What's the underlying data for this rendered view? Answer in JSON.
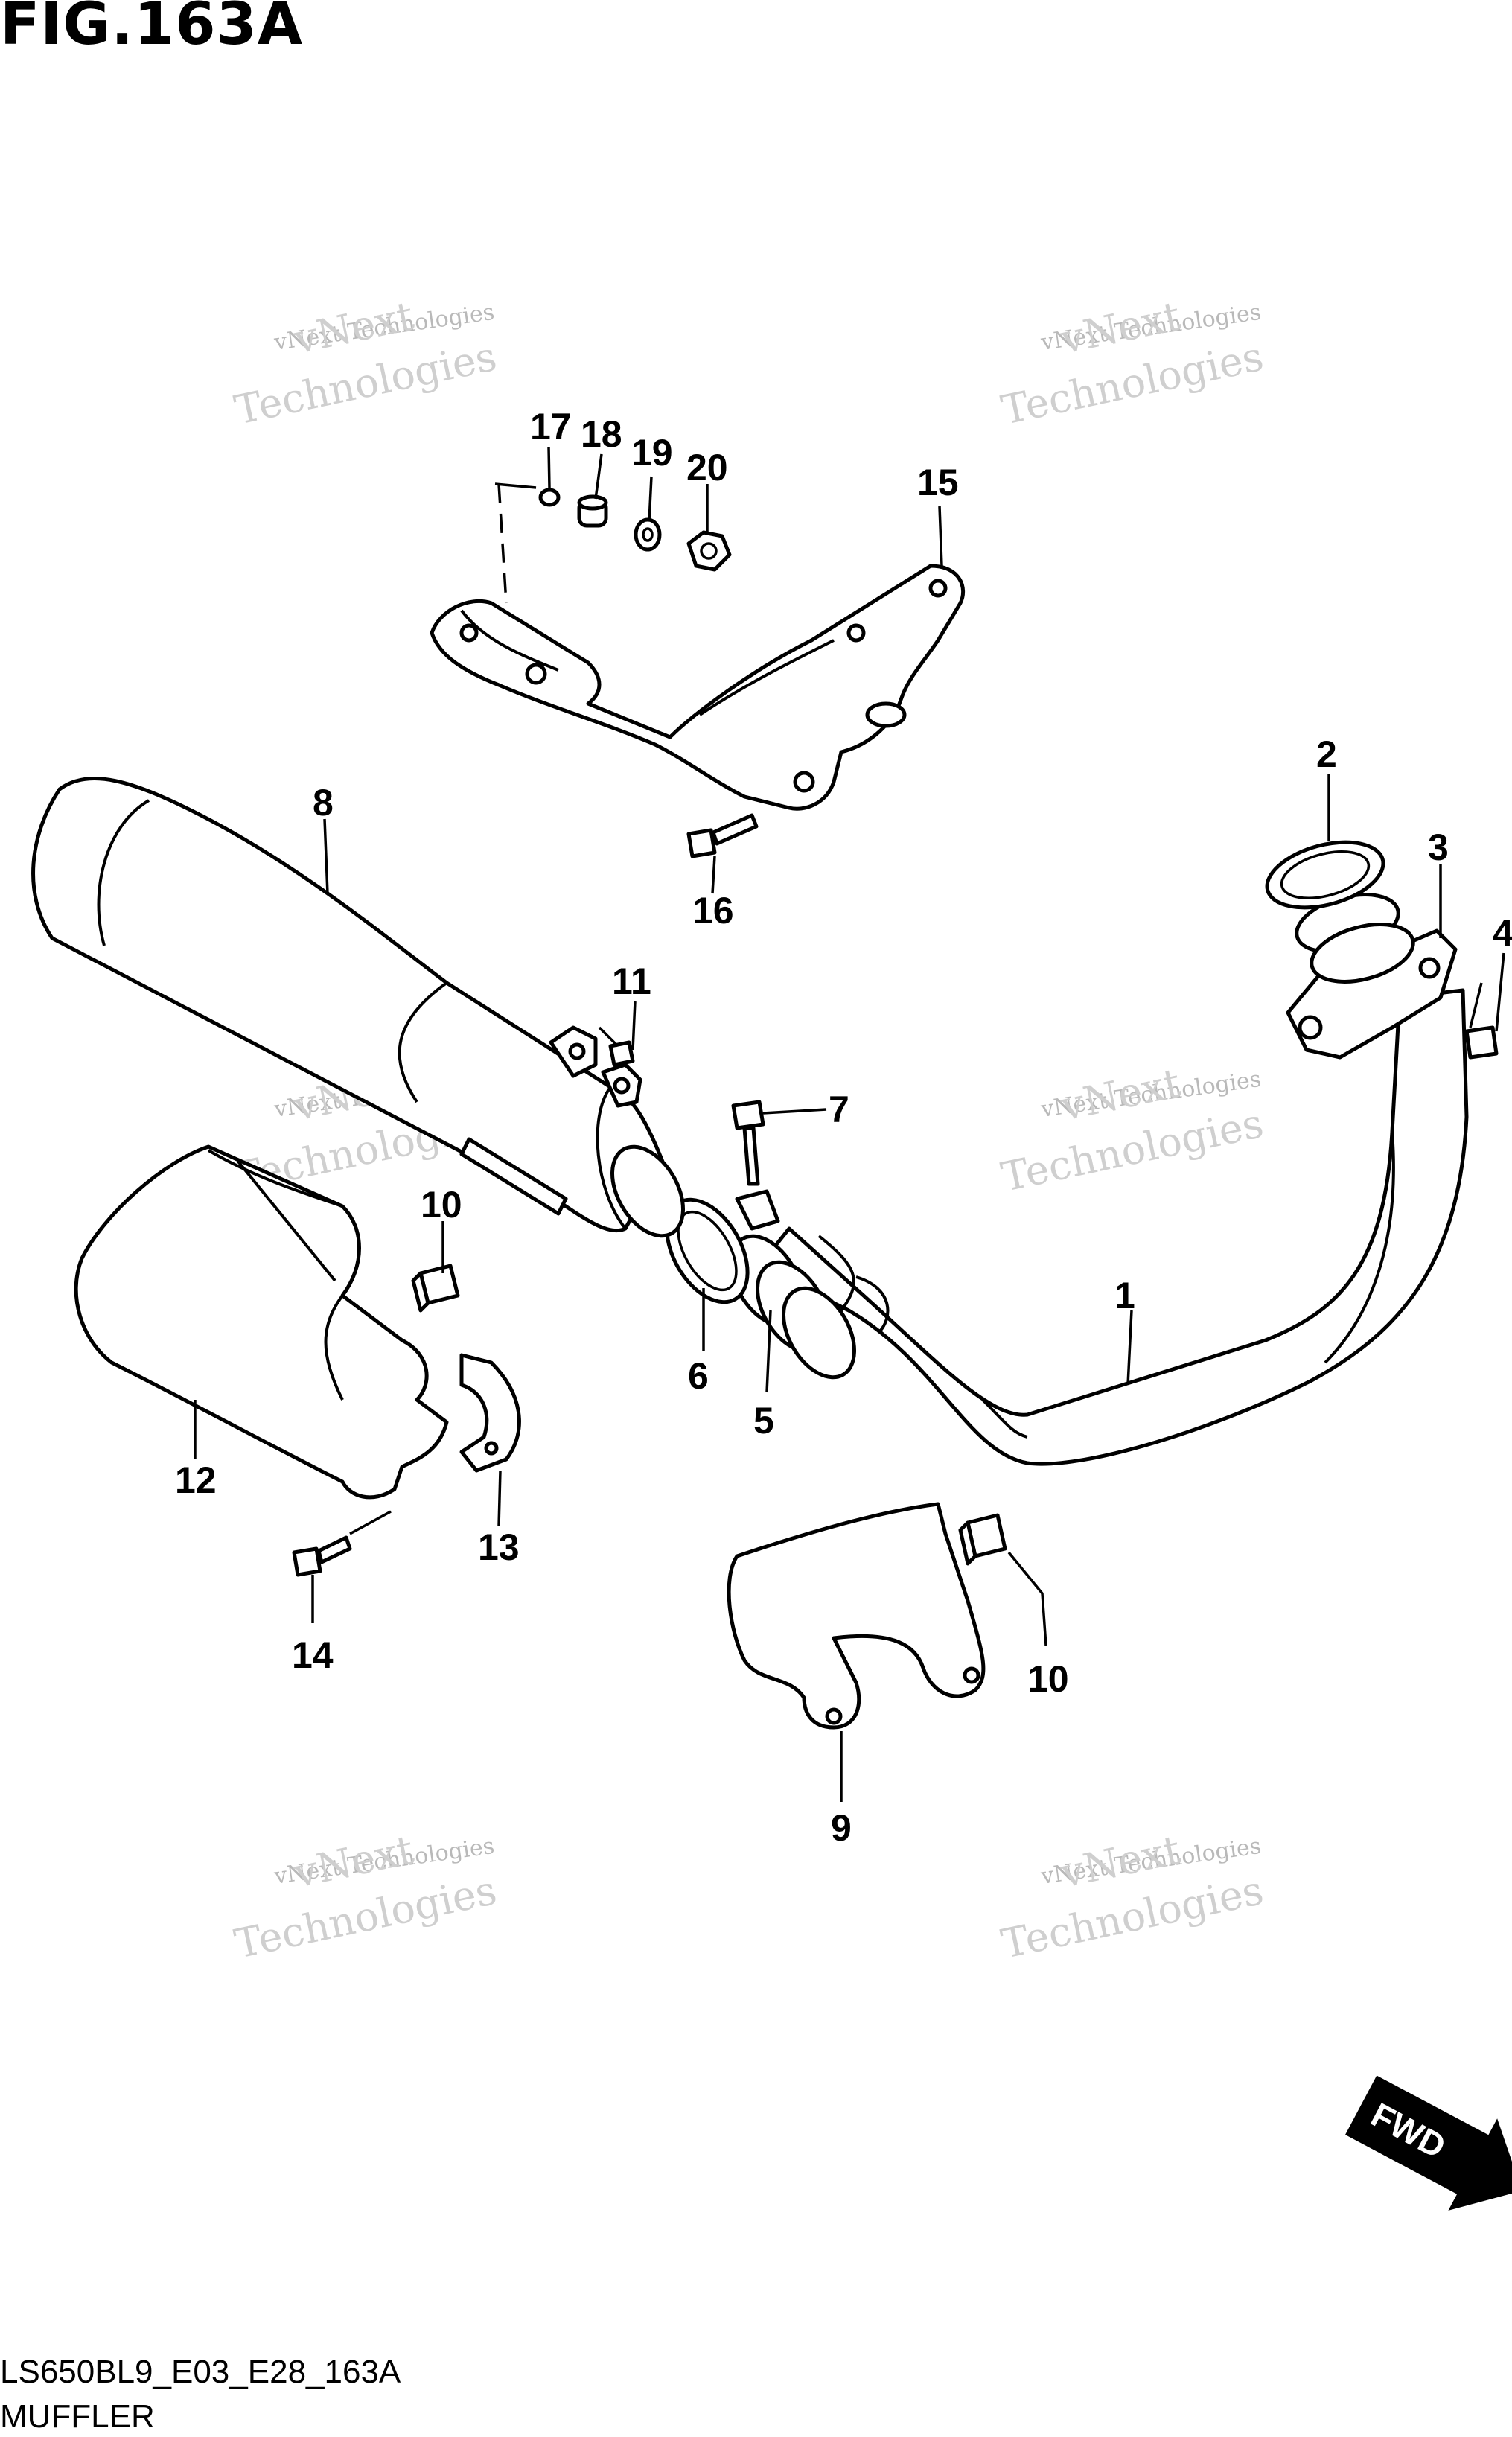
{
  "figure": {
    "title": "FIG.163A",
    "code": "LS650BL9_E03_E28_163A",
    "subtitle": "MUFFLER"
  },
  "watermark": {
    "line1": "vNext Technologies",
    "line2": "vNext",
    "line3": "Technologies"
  },
  "direction_badge": {
    "label": "FWD"
  },
  "callouts": {
    "c1": "1",
    "c2": "2",
    "c3": "3",
    "c4": "4",
    "c5": "5",
    "c6": "6",
    "c7": "7",
    "c8": "8",
    "c9": "9",
    "c10a": "10",
    "c10b": "10",
    "c11": "11",
    "c12": "12",
    "c13": "13",
    "c14": "14",
    "c15": "15",
    "c16": "16",
    "c17": "17",
    "c18": "18",
    "c19": "19",
    "c20": "20"
  }
}
